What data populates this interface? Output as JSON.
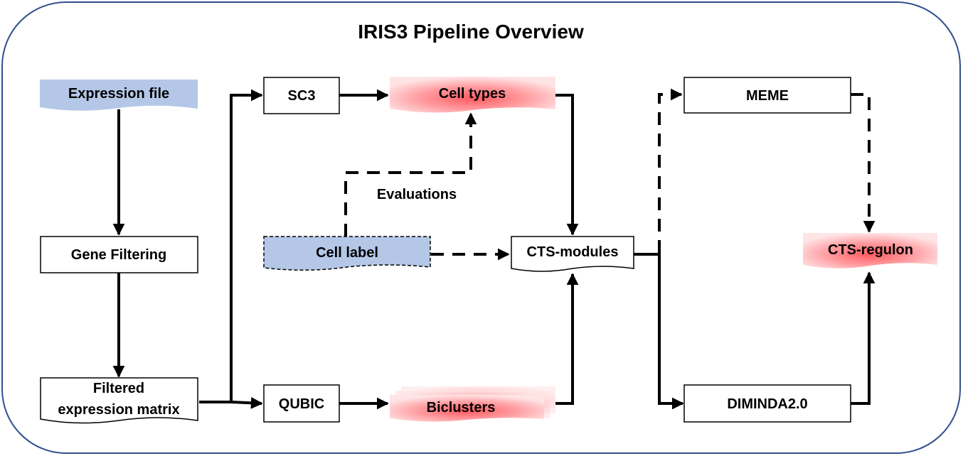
{
  "title": "IRIS3 Pipeline Overview",
  "colors": {
    "frame_border": "#2f4f8f",
    "input_fill": "#b4c7e7",
    "output_fill": "#ff6b6b",
    "edge": "#000000"
  },
  "nodes": {
    "expression_file": "Expression file",
    "gene_filtering": "Gene Filtering",
    "filtered_matrix_line1": "Filtered",
    "filtered_matrix_line2": "expression matrix",
    "sc3": "SC3",
    "qubic": "QUBIC",
    "cell_types": "Cell types",
    "biclusters": "Biclusters",
    "cell_label": "Cell label",
    "cts_modules": "CTS-modules",
    "meme": "MEME",
    "diminda": "DIMINDA2.0",
    "cts_regulon": "CTS-regulon"
  },
  "annotations": {
    "evaluations": "Evaluations"
  }
}
